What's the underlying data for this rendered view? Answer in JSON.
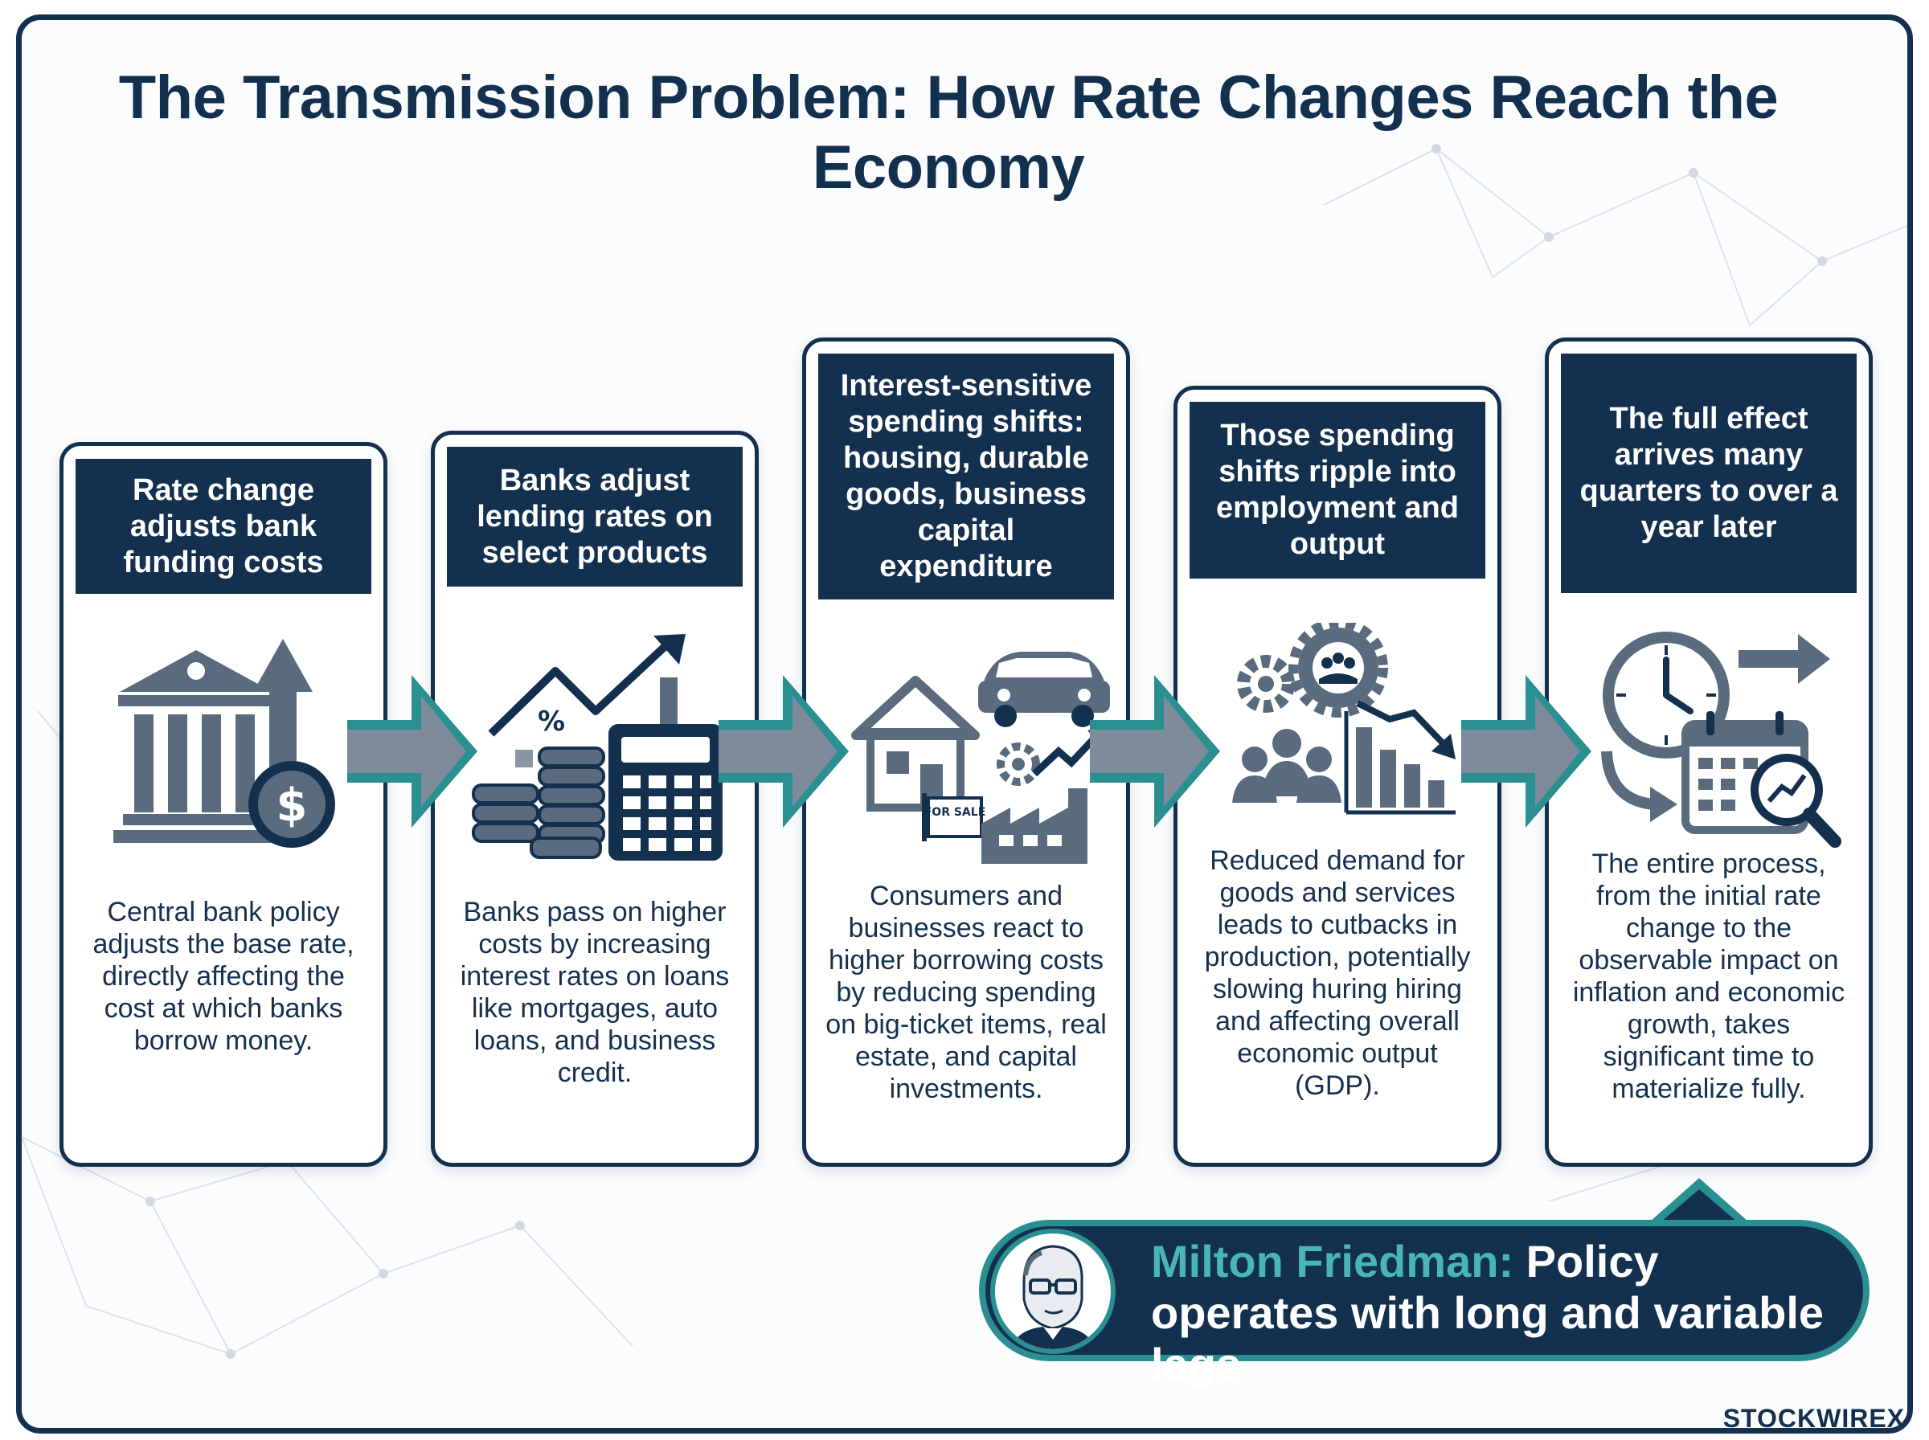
{
  "title": "The Transmission Problem: How Rate Changes Reach the Economy",
  "steps": [
    {
      "heading": "Rate change adjusts bank funding costs",
      "icon": "bank-building-dollar-up-arrow-icon",
      "description": "Central bank policy adjusts the base rate, directly affecting the cost at which banks borrow money."
    },
    {
      "heading": "Banks adjust lending rates on select products",
      "icon": "coins-calculator-rising-chart-icon",
      "description": "Banks pass on higher costs by increasing interest rates on loans like mortgages, auto loans, and business credit."
    },
    {
      "heading": "Interest-sensitive spending shifts: housing, durable goods, business capital expenditure",
      "icon": "house-car-factory-icon",
      "icon_label": "FOR SALE",
      "description": "Consumers and businesses react to higher borrowing costs by reducing spending on big-ticket items, real estate, and capital investments."
    },
    {
      "heading": "Those spending shifts ripple into employment and output",
      "icon": "gears-people-declining-chart-icon",
      "description": "Reduced demand for goods and services leads to cutbacks in production, potentially slowing huring hiring and affecting overall economic output (GDP)."
    },
    {
      "heading": "The full effect arrives many quarters to over a year later",
      "icon": "clock-calendar-magnifier-icon",
      "description": "The entire process, from the initial rate change to the observable impact on inflation and economic growth, takes significant time to materialize fully."
    }
  ],
  "quote": {
    "speaker": "Milton Friedman:",
    "text": "Policy operates with long and variable lags"
  },
  "brand": "STOCKWIREX",
  "colors": {
    "navy": "#14304f",
    "teal": "#2a8f90",
    "teal_light": "#49b6b4",
    "arrow_gray": "#7e8b9b",
    "icon_gray": "#5a6b7e"
  }
}
